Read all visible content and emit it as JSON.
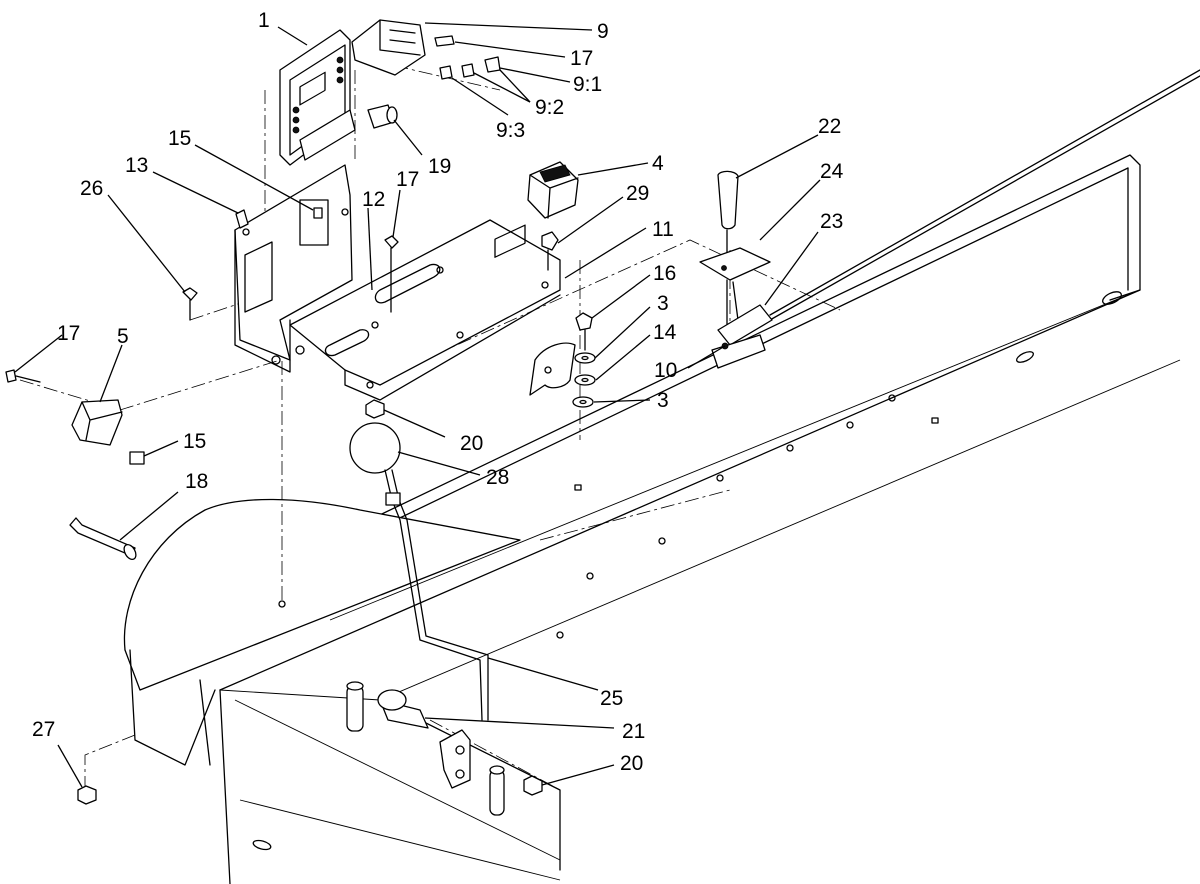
{
  "diagram": {
    "callouts": [
      {
        "id": "c1",
        "text": "1"
      },
      {
        "id": "c9",
        "text": "9"
      },
      {
        "id": "c17a",
        "text": "17"
      },
      {
        "id": "c91",
        "text": "9:1"
      },
      {
        "id": "c92",
        "text": "9:2"
      },
      {
        "id": "c93",
        "text": "9:3"
      },
      {
        "id": "c19",
        "text": "19"
      },
      {
        "id": "c22",
        "text": "22"
      },
      {
        "id": "c15a",
        "text": "15"
      },
      {
        "id": "c13",
        "text": "13"
      },
      {
        "id": "c4",
        "text": "4"
      },
      {
        "id": "c24",
        "text": "24"
      },
      {
        "id": "c26",
        "text": "26"
      },
      {
        "id": "c17b",
        "text": "17"
      },
      {
        "id": "c12",
        "text": "12"
      },
      {
        "id": "c29",
        "text": "29"
      },
      {
        "id": "c11",
        "text": "11"
      },
      {
        "id": "c23",
        "text": "23"
      },
      {
        "id": "c16",
        "text": "16"
      },
      {
        "id": "c3a",
        "text": "3"
      },
      {
        "id": "c14",
        "text": "14"
      },
      {
        "id": "c10",
        "text": "10"
      },
      {
        "id": "c3b",
        "text": "3"
      },
      {
        "id": "c17c",
        "text": "17"
      },
      {
        "id": "c5",
        "text": "5"
      },
      {
        "id": "c20a",
        "text": "20"
      },
      {
        "id": "c15b",
        "text": "15"
      },
      {
        "id": "c28",
        "text": "28"
      },
      {
        "id": "c18",
        "text": "18"
      },
      {
        "id": "c25",
        "text": "25"
      },
      {
        "id": "c21",
        "text": "21"
      },
      {
        "id": "c27",
        "text": "27"
      },
      {
        "id": "c20b",
        "text": "20"
      }
    ]
  }
}
